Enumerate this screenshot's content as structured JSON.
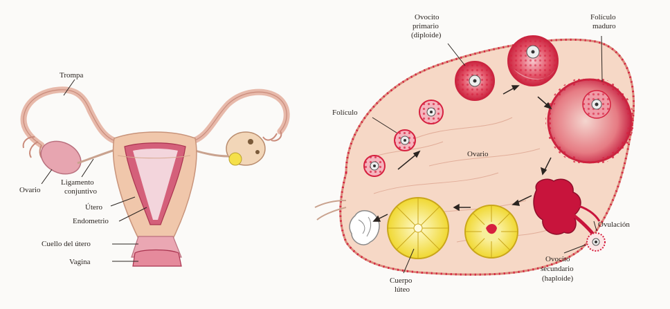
{
  "left_diagram": {
    "labels": {
      "trompa": "Trompa",
      "ovario": "Ovario",
      "ligamento_line1": "Ligamento",
      "ligamento_line2": "conjuntivo",
      "utero": "Útero",
      "endometrio": "Endometrio",
      "cuello": "Cuello del útero",
      "vagina": "Vagina"
    }
  },
  "right_diagram": {
    "labels": {
      "ovocito_primario_line1": "Ovocito",
      "ovocito_primario_line2": "primario",
      "ovocito_primario_line3": "(diploide)",
      "foliculo_maduro_line1": "Folículo",
      "foliculo_maduro_line2": "maduro",
      "foliculo": "Folículo",
      "ovario": "Ovario",
      "ovulacion": "Ovulación",
      "ovocito_secundario_line1": "Ovocito",
      "ovocito_secundario_line2": "secundario",
      "ovocito_secundario_line3": "(haploide)",
      "cuerpo_luteo_line1": "Cuerpo",
      "cuerpo_luteo_line2": "lúteo"
    }
  },
  "colors": {
    "tissue": "#f3cfc0",
    "tissue_dark": "#d98a7a",
    "follicle": "#e0415a",
    "luteum": "#f2e35a",
    "blood": "#c8143c"
  }
}
